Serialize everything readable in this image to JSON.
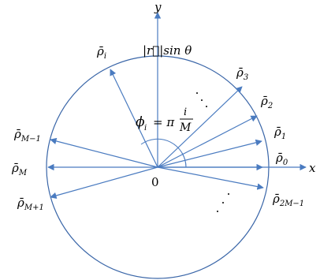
{
  "axes": {
    "x_label": "x",
    "y_label": "y",
    "origin_label": "0"
  },
  "projection_label": "|r⃗|sin θ",
  "angle_label": {
    "phi": "ϕ",
    "phi_sub": "i",
    "equals": "= π",
    "numerator": "i",
    "denominator": "M"
  },
  "vectors": [
    {
      "base": "ρ̄",
      "sub": "0"
    },
    {
      "base": "ρ̄",
      "sub": "1"
    },
    {
      "base": "ρ̄",
      "sub": "2"
    },
    {
      "base": "ρ̄",
      "sub": "3"
    },
    {
      "base": "ρ̄",
      "sub": "i"
    },
    {
      "base": "ρ̄",
      "sub": "M−1"
    },
    {
      "base": "ρ̄",
      "sub": "M"
    },
    {
      "base": "ρ̄",
      "sub": "M+1"
    },
    {
      "base": "ρ̄",
      "sub": "2M−1"
    }
  ],
  "colors": {
    "circle": "#3a66a8",
    "vector": "#4a7bc0",
    "axis": "#4a7bc0",
    "text": "#000000"
  }
}
